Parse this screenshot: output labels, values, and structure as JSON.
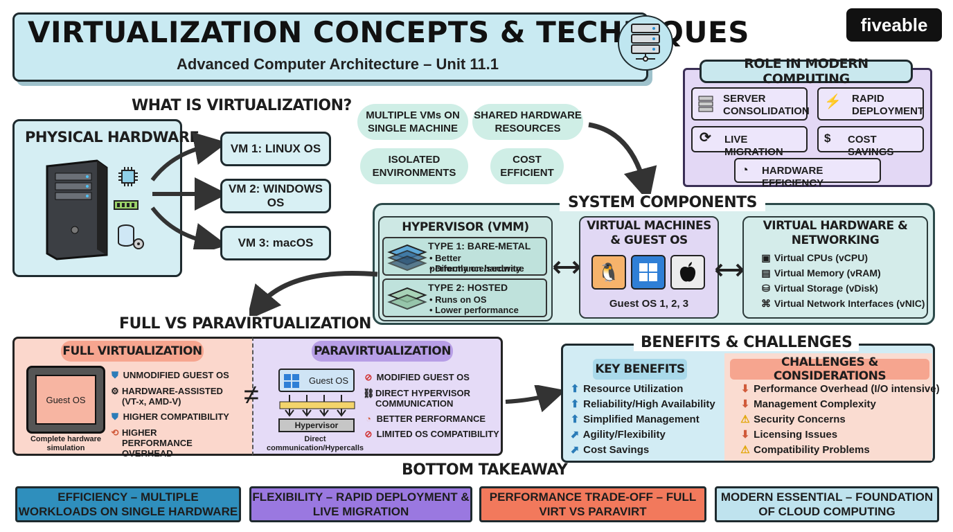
{
  "header": {
    "title": "VIRTUALIZATION CONCEPTS & TECHNIQUES",
    "subtitle": "Advanced Computer Architecture – Unit 11.1",
    "logo": "fiveable"
  },
  "what_is": {
    "title": "WHAT IS VIRTUALIZATION?",
    "physical_label": "PHYSICAL HARDWARE",
    "vms": [
      "VM 1: LINUX OS",
      "VM 2: WINDOWS OS",
      "VM 3: macOS"
    ],
    "traits": [
      "MULTIPLE VMs ON SINGLE MACHINE",
      "SHARED HARDWARE RESOURCES",
      "ISOLATED ENVIRONMENTS",
      "COST EFFICIENT"
    ]
  },
  "role": {
    "title": "ROLE IN MODERN COMPUTING",
    "items": [
      "SERVER CONSOLIDATION",
      "RAPID DEPLOYMENT",
      "LIVE MIGRATION",
      "COST SAVINGS",
      "HARDWARE EFFICIENCY"
    ]
  },
  "system": {
    "title": "SYSTEM COMPONENTS",
    "hypervisor": {
      "title": "HYPERVISOR (VMM)",
      "type1": {
        "title": "TYPE 1: BARE-METAL",
        "points": [
          "• Better performance/security",
          "• Directly on hardware"
        ]
      },
      "type2": {
        "title": "TYPE 2: HOSTED",
        "points": [
          "• Runs on OS",
          "• Lower performance"
        ]
      }
    },
    "vms": {
      "title": "VIRTUAL MACHINES & GUEST OS",
      "caption": "Guest OS 1, 2, 3"
    },
    "hardware": {
      "title": "VIRTUAL HARDWARE & NETWORKING",
      "items": [
        "Virtual CPUs (vCPU)",
        "Virtual Memory (vRAM)",
        "Virtual Storage (vDisk)",
        "Virtual Network Interfaces (vNIC)"
      ]
    }
  },
  "fvp": {
    "title": "FULL VS PARAVIRTUALIZATION",
    "full": {
      "label": "FULL VIRTUALIZATION",
      "guest": "Guest OS",
      "caption": "Complete hardware simulation",
      "points": [
        "UNMODIFIED GUEST OS",
        "HARDWARE-ASSISTED (VT-x, AMD-V)",
        "HIGHER COMPATIBILITY",
        "HIGHER PERFORMANCE OVERHEAD"
      ]
    },
    "neq": "≠",
    "para": {
      "label": "PARAVIRTUALIZATION",
      "guest": "Guest OS",
      "hypervisor": "Hypervisor",
      "caption": "Direct communication/Hypercalls",
      "points": [
        "MODIFIED GUEST OS",
        "DIRECT HYPERVISOR COMMUNICATION",
        "BETTER PERFORMANCE",
        "LIMITED OS COMPATIBILITY"
      ]
    }
  },
  "benefits": {
    "title": "BENEFITS & CHALLENGES",
    "key_label": "KEY BENEFITS",
    "key": [
      "Resource Utilization",
      "Reliability/High Availability",
      "Simplified Management",
      "Agility/Flexibility",
      "Cost Savings"
    ],
    "chal_label": "CHALLENGES & CONSIDERATIONS",
    "challenges": [
      "Performance Overhead (I/O intensive)",
      "Management Complexity",
      "Security Concerns",
      "Licensing Issues",
      "Compatibility Problems"
    ]
  },
  "takeaway": {
    "title": "BOTTOM TAKEAWAY",
    "items": [
      {
        "text": "EFFICIENCY – MULTIPLE WORKLOADS ON SINGLE HARDWARE",
        "color": "#2f8fbd"
      },
      {
        "text": "FLEXIBILITY – RAPID DEPLOYMENT & LIVE MIGRATION",
        "color": "#9a78e0"
      },
      {
        "text": "PERFORMANCE TRADE-OFF – FULL VIRT VS PARAVIRT",
        "color": "#f2795c"
      },
      {
        "text": "MODERN ESSENTIAL – FOUNDATION OF CLOUD COMPUTING",
        "color": "#bfe3ee"
      }
    ]
  }
}
